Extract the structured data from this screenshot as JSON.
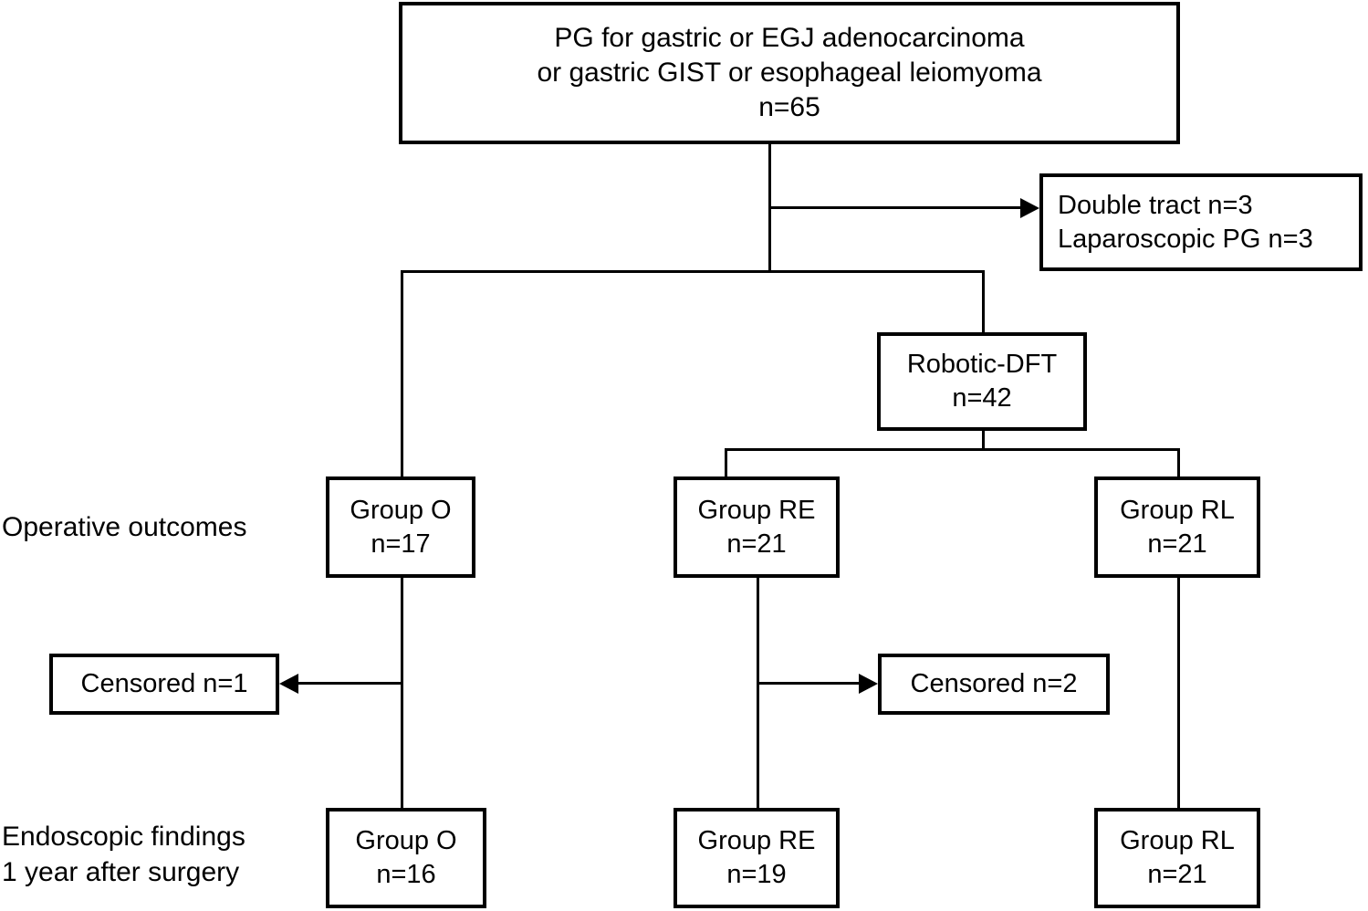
{
  "diagram": {
    "title": "Patient flow diagram for proximal gastrectomy study",
    "line_color": "#000000",
    "background_color": "#ffffff",
    "box_border_color": "#000000"
  },
  "nodes": {
    "enrolled": {
      "lines": [
        "PG for gastric or EGJ adenocarcinoma",
        "or gastric GIST or esophageal leiomyoma",
        "n=65"
      ],
      "n": 65
    },
    "excluded": {
      "lines": [
        "Double tract n=3",
        "Laparoscopic PG n=3"
      ],
      "items": [
        {
          "label": "Double tract",
          "n": 3
        },
        {
          "label": "Laparoscopic PG",
          "n": 3
        }
      ]
    },
    "robotic_dft": {
      "lines": [
        "Robotic-DFT",
        "n=42"
      ],
      "n": 42
    },
    "op_group_o": {
      "lines": [
        "Group O",
        "n=17"
      ],
      "group": "O",
      "n": 17
    },
    "op_group_re": {
      "lines": [
        "Group RE",
        "n=21"
      ],
      "group": "RE",
      "n": 21
    },
    "op_group_rl": {
      "lines": [
        "Group RL",
        "n=21"
      ],
      "group": "RL",
      "n": 21
    },
    "censored_o": {
      "lines": [
        "Censored n=1"
      ],
      "n": 1
    },
    "censored_re": {
      "lines": [
        "Censored n=2"
      ],
      "n": 2
    },
    "endo_group_o": {
      "lines": [
        "Group O",
        "n=16"
      ],
      "group": "O",
      "n": 16
    },
    "endo_group_re": {
      "lines": [
        "Group RE",
        "n=19"
      ],
      "group": "RE",
      "n": 19
    },
    "endo_group_rl": {
      "lines": [
        "Group RL",
        "n=21"
      ],
      "group": "RL",
      "n": 21
    }
  },
  "stage_labels": {
    "operative": {
      "lines": [
        "Operative outcomes"
      ]
    },
    "endoscopic": {
      "lines": [
        "Endoscopic findings",
        "1 year after surgery"
      ]
    }
  }
}
